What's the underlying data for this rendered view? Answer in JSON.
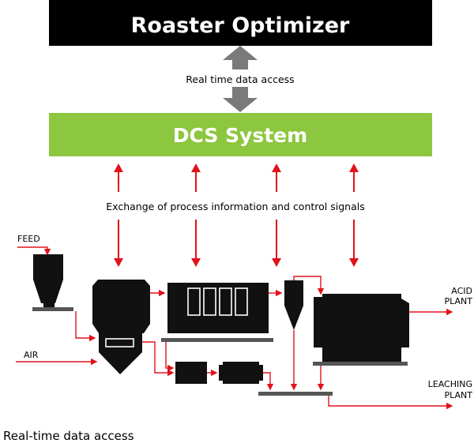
{
  "header": {
    "title": "Roaster Optimizer"
  },
  "link_top": {
    "label": "Real time data access"
  },
  "dcs": {
    "title": "DCS System"
  },
  "exchange": {
    "label": "Exchange of process information and control signals"
  },
  "inputs": {
    "feed": "FEED",
    "air": "AIR"
  },
  "outputs": {
    "acid": [
      "ACID",
      "PLANT"
    ],
    "leaching": [
      "LEACHING",
      "PLANT"
    ]
  },
  "caption": "Real-time data access",
  "colors": {
    "header_bg": "#000000",
    "header_text": "#ffffff",
    "dcs_bg": "#8dc63f",
    "dcs_text": "#ffffff",
    "arrow_gray": "#7a7a7a",
    "signal_red": "#e0121b",
    "equipment": "#111111",
    "platform": "#555555"
  },
  "icons": [
    "double-arrow-gray",
    "signal-arrow-red",
    "flow-arrow-red"
  ]
}
